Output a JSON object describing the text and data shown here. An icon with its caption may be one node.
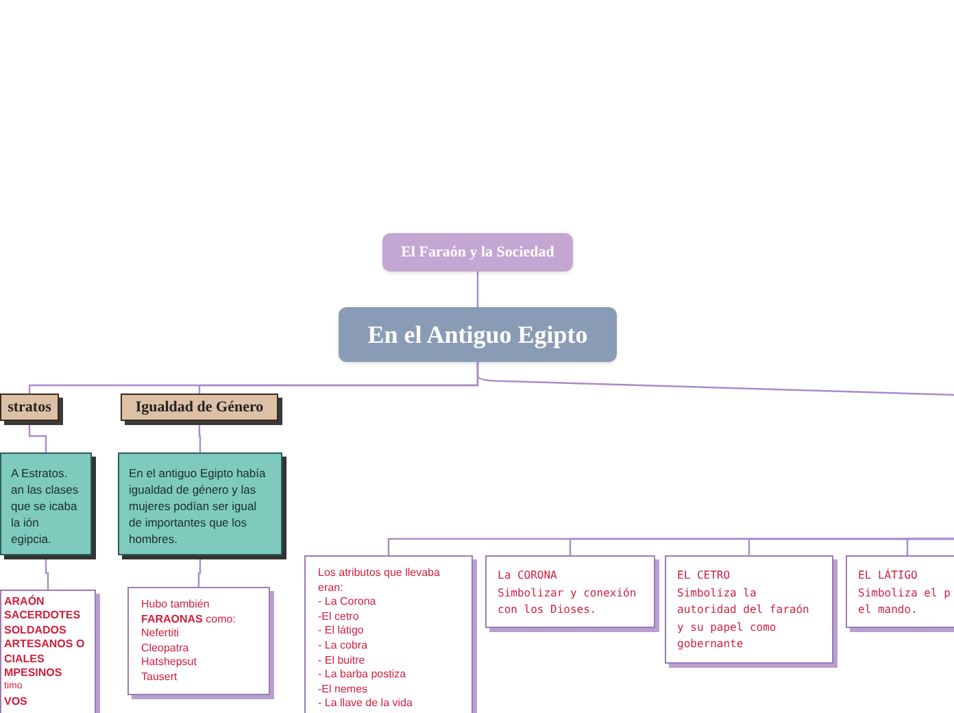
{
  "diagram": {
    "nodes": [
      {
        "text": [
          "El Faraón y la Sociedad"
        ]
      },
      {
        "text": [
          "En el Antiguo Egipto"
        ]
      },
      {
        "text": [
          "stratos"
        ]
      },
      {
        "text": [
          "Igualdad de Género"
        ]
      },
      {
        "text": [
          "A Estratos. an las clases que se icaba la ión egipcia."
        ]
      },
      {
        "text": [
          "En el antiguo Egipto había igualdad de género y las mujeres podían ser igual de importantes que los hombres."
        ]
      },
      {
        "text": [
          "ARAÓN",
          "SACERDOTES",
          "SOLDADOS",
          "ARTESANOS O",
          "CIALES",
          "MPESINOS",
          "timo",
          "VOS"
        ]
      },
      {
        "text": [
          "Hubo también **FARAONAS** como:",
          "Nefertiti",
          "Cleopatra",
          "Hatshepsut",
          "Tausert"
        ]
      },
      {
        "text": [
          "Los atributos que llevaba eran:",
          "- La Corona",
          "-El cetro",
          "- El látigo",
          "- La cobra",
          "- El buitre",
          "- La barba postiza",
          "-El nemes",
          "- La llave de la vida"
        ]
      },
      {
        "text": [
          "La CORONA",
          "Simbolizar y conexión con los Dioses."
        ]
      },
      {
        "text": [
          "EL CETRO",
          "Simboliza la autoridad del faraón y su papel como gobernante"
        ]
      },
      {
        "text": [
          "EL LÁTIGO",
          "Simboliza el p el mando."
        ]
      }
    ],
    "edges": [
      {
        "from": 0,
        "to": 1,
        "arrow": "none"
      },
      {
        "from": 1,
        "to": 2,
        "arrow": "none"
      },
      {
        "from": 1,
        "to": 3,
        "arrow": "none"
      },
      {
        "from": 1,
        "to": null,
        "arrow": "none"
      },
      {
        "from": 2,
        "to": 4,
        "arrow": "none"
      },
      {
        "from": 4,
        "to": 6,
        "arrow": "none"
      },
      {
        "from": 3,
        "to": 5,
        "arrow": "none"
      },
      {
        "from": 5,
        "to": 7,
        "arrow": "none"
      },
      {
        "from": null,
        "to": 8,
        "arrow": "none"
      },
      {
        "from": null,
        "to": 9,
        "arrow": "none"
      },
      {
        "from": null,
        "to": 10,
        "arrow": "none"
      },
      {
        "from": null,
        "to": 11,
        "arrow": "none"
      }
    ]
  }
}
